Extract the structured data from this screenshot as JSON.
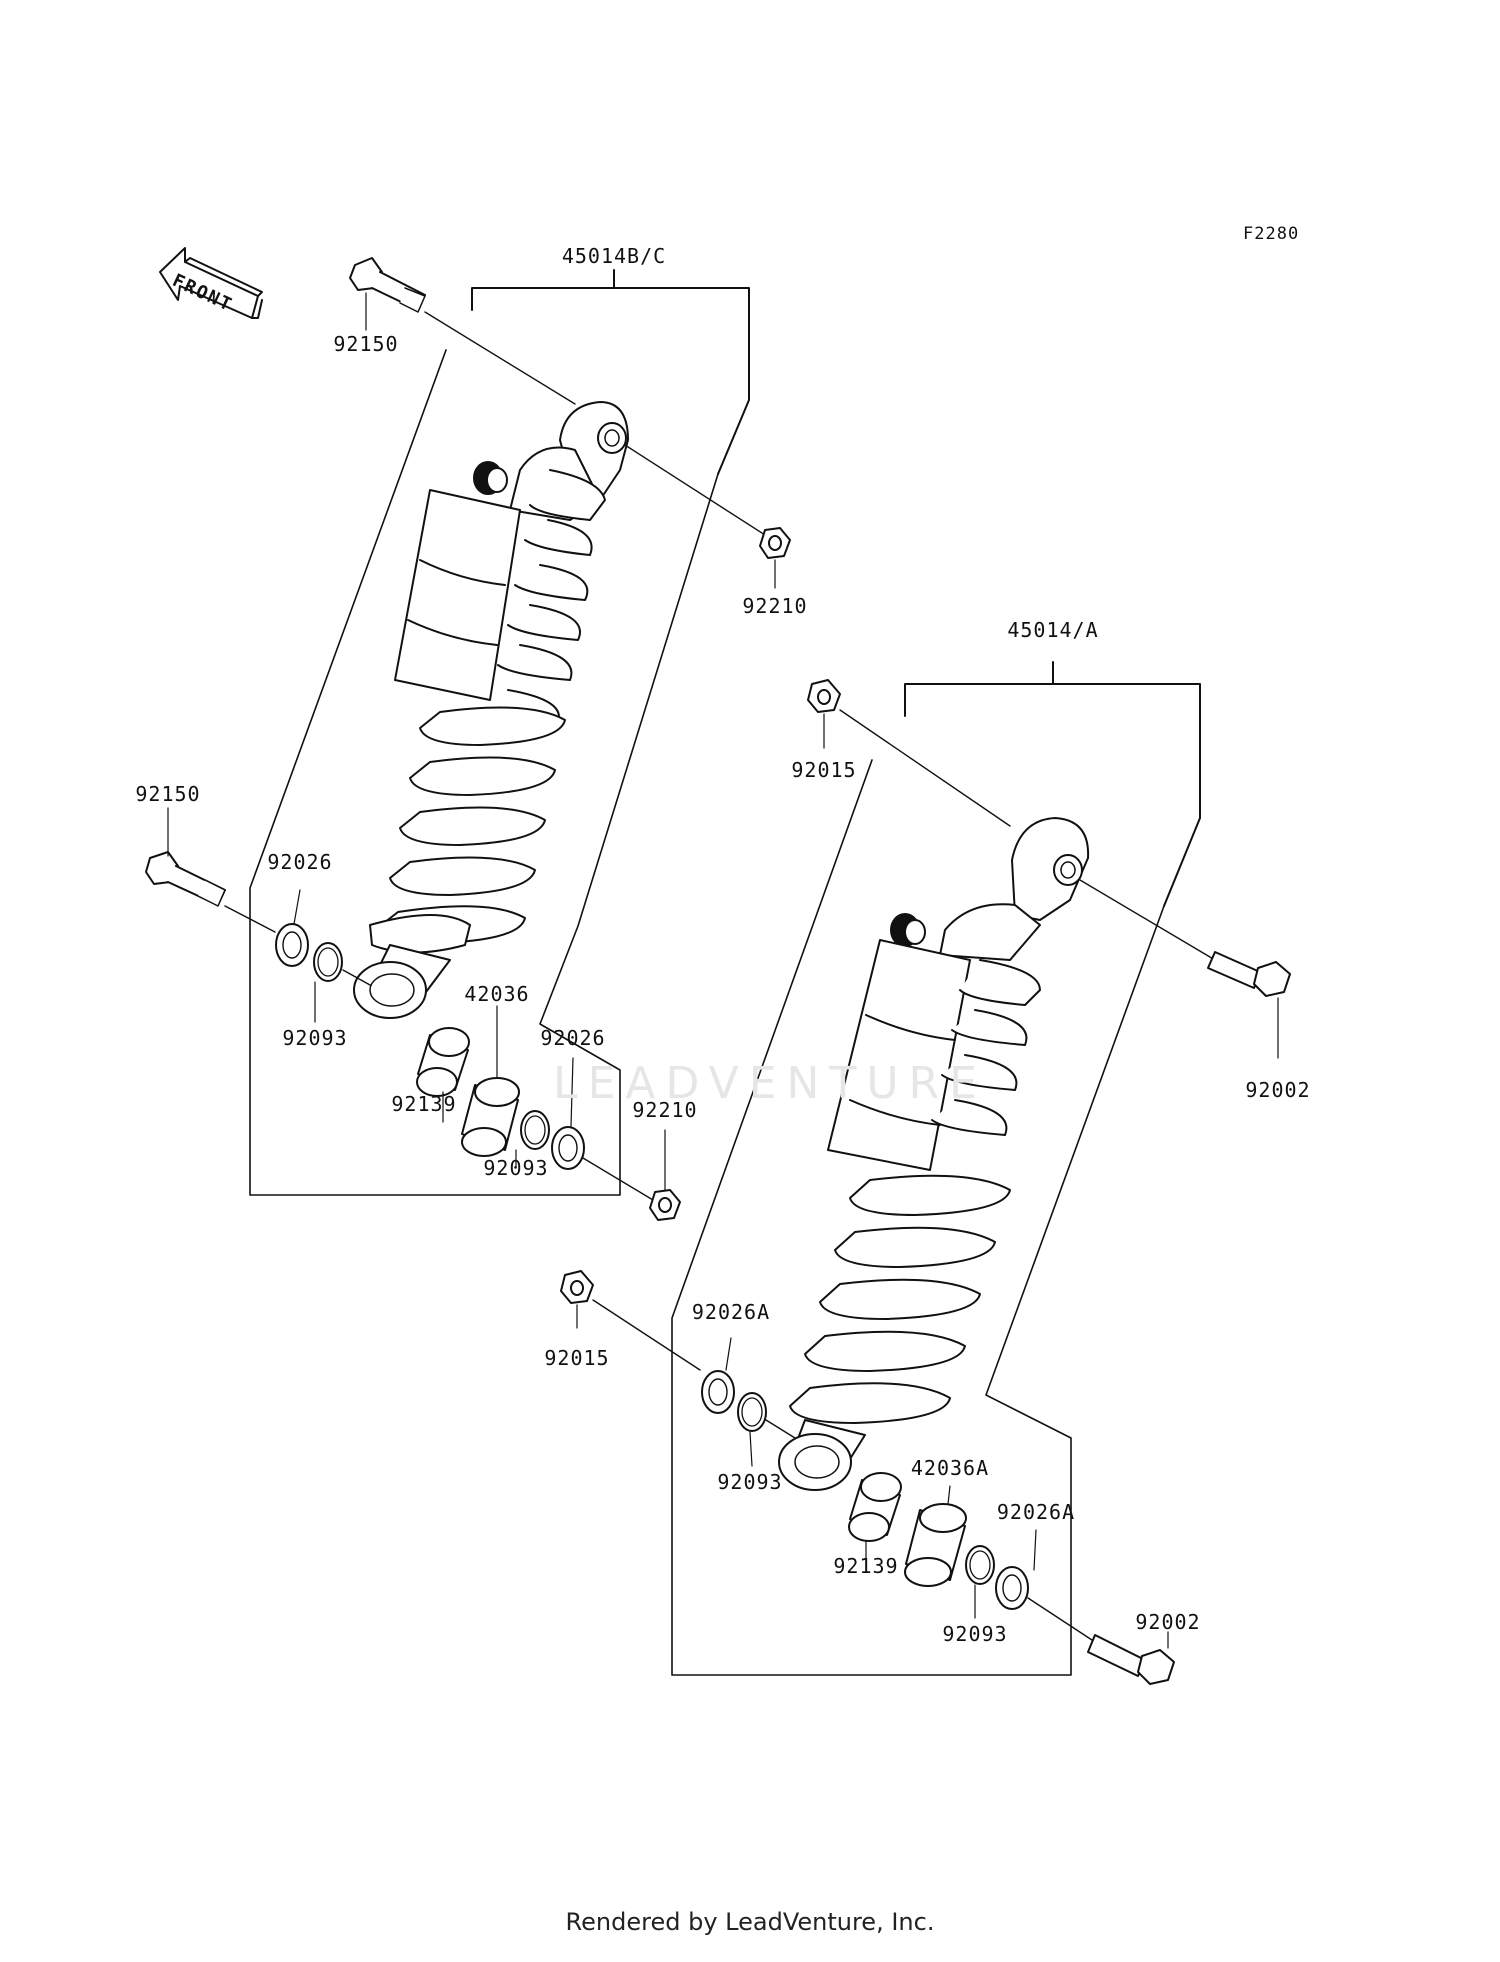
{
  "diagram": {
    "drawing_code": "F2280",
    "front_label": "FRONT",
    "watermark": "LEADVENTURE",
    "footer": "Rendered by LeadVenture, Inc.",
    "assembly_labels": {
      "upper": "45014B/C",
      "lower": "45014/A"
    },
    "part_labels": {
      "p92150_top": "92150",
      "p92210_top": "92210",
      "p92150_left": "92150",
      "p92026_left": "92026",
      "p92093_left": "92093",
      "p42036": "42036",
      "p92139_left": "92139",
      "p92026_right": "92026",
      "p92093_mid": "92093",
      "p92210_bot": "92210",
      "p92015_top": "92015",
      "p92002_right": "92002",
      "p92015_bot": "92015",
      "p92026A_left": "92026A",
      "p92093_b": "92093",
      "p42036A": "42036A",
      "p92026A_right": "92026A",
      "p92139_b": "92139",
      "p92093_c": "92093",
      "p92002_bot": "92002"
    }
  }
}
